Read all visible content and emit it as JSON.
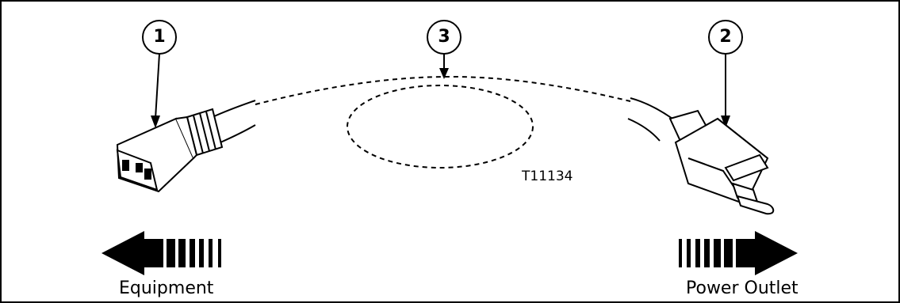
{
  "callouts": {
    "one": "1",
    "two": "2",
    "three": "3"
  },
  "labels": {
    "equipment": "Equipment",
    "power_outlet": "Power Outlet",
    "figure_code": "T11134"
  }
}
